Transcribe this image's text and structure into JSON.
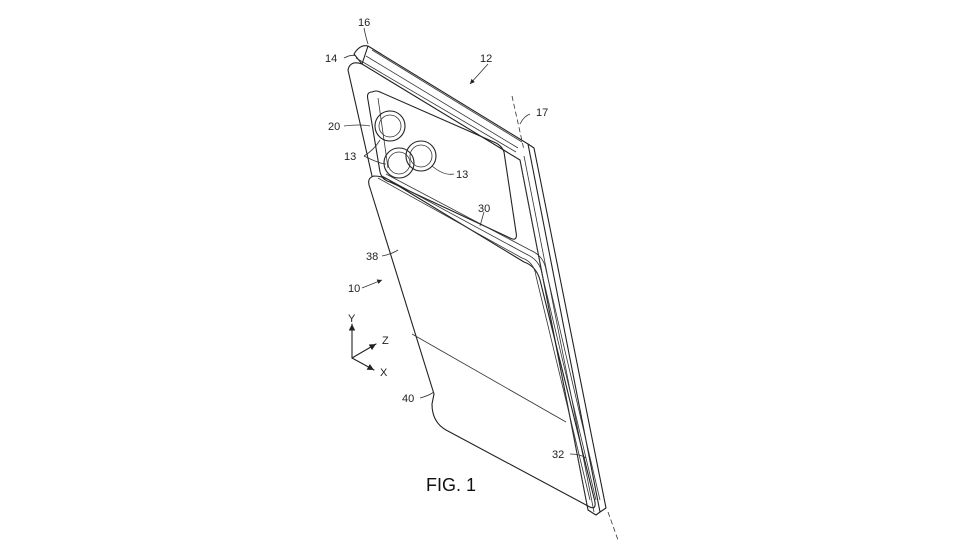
{
  "figure": {
    "caption": "FIG. 1",
    "labels": {
      "l16": "16",
      "l14": "14",
      "l12": "12",
      "l17": "17",
      "l20": "20",
      "l13a": "13",
      "l13b": "13",
      "l30": "30",
      "l38": "38",
      "l10": "10",
      "l40": "40",
      "l32": "32"
    },
    "axes": {
      "y": "Y",
      "z": "Z",
      "x": "X"
    }
  }
}
